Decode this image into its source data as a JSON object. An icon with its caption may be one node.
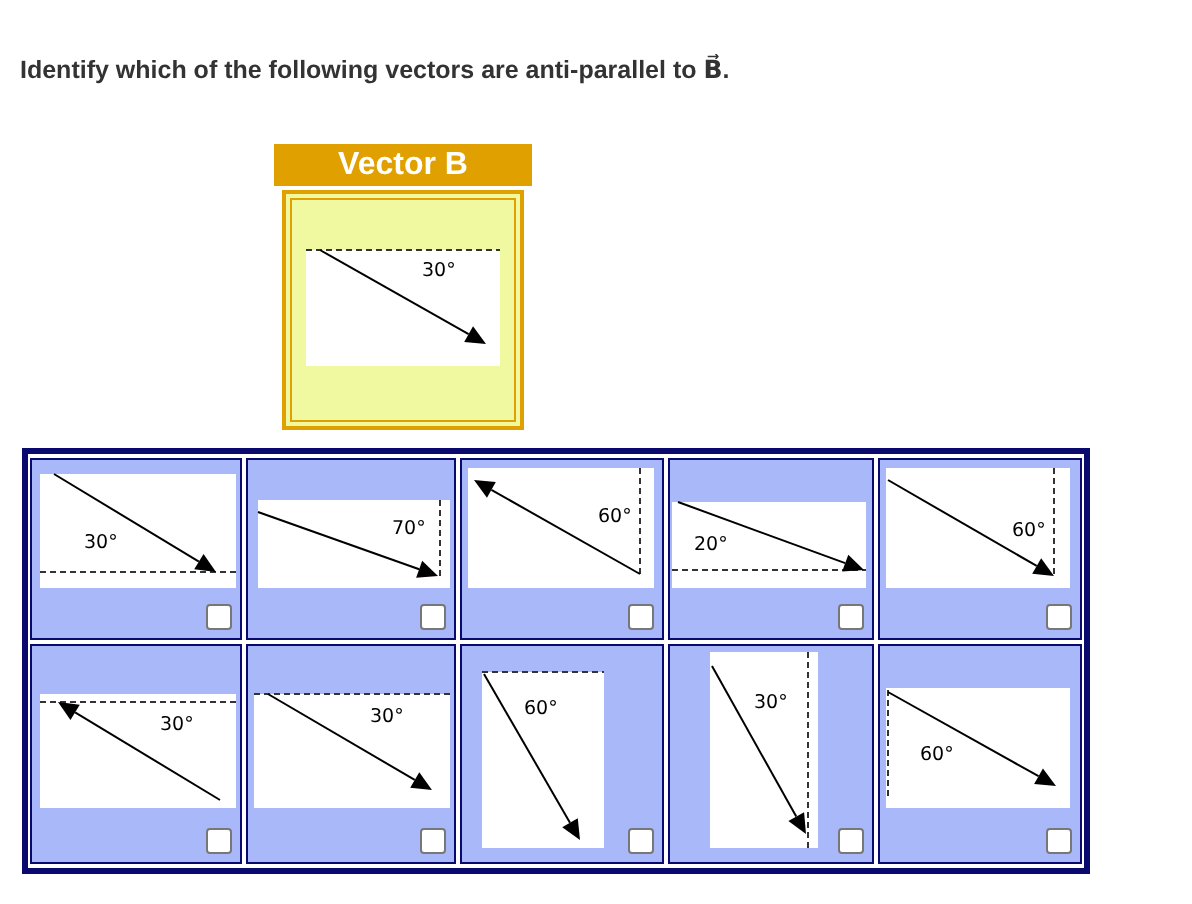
{
  "diagram": {
    "title": "Identify which of the following vectors are anti-parallel to B⃗.",
    "nodes": [
      {
        "text": [
          "Vector B",
          "30°"
        ]
      },
      {
        "text": [
          "30°"
        ]
      },
      {
        "text": [
          "70°"
        ]
      },
      {
        "text": [
          "60°"
        ]
      },
      {
        "text": [
          "20°"
        ]
      },
      {
        "text": [
          "60°"
        ]
      },
      {
        "text": [
          "30°"
        ]
      },
      {
        "text": [
          "30°"
        ]
      },
      {
        "text": [
          "60°"
        ]
      },
      {
        "text": [
          "30°"
        ]
      },
      {
        "text": [
          "60°"
        ]
      }
    ]
  }
}
